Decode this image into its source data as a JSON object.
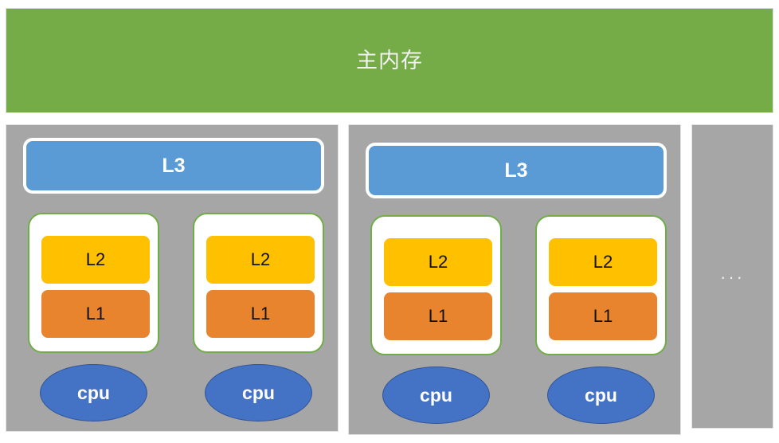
{
  "diagram": {
    "title_text": "主内存",
    "ellipsis_text": "···",
    "colors": {
      "memory_green": "#76AC47",
      "socket_grey": "#A6A6A6",
      "l3_blue": "#5B9BD5",
      "l2_yellow": "#FFC000",
      "l1_orange": "#E8832E",
      "cpu_blue": "#4472C4",
      "core_border_green": "#70AD47",
      "page_background": "#FFFFFF"
    }
  },
  "memory": {
    "label": "主内存"
  },
  "sockets": [
    {
      "l3": {
        "label": "L3"
      },
      "cores": [
        {
          "l2": {
            "label": "L2"
          },
          "l1": {
            "label": "L1"
          },
          "cpu": {
            "label": "cpu"
          }
        },
        {
          "l2": {
            "label": "L2"
          },
          "l1": {
            "label": "L1"
          },
          "cpu": {
            "label": "cpu"
          }
        }
      ]
    },
    {
      "l3": {
        "label": "L3"
      },
      "cores": [
        {
          "l2": {
            "label": "L2"
          },
          "l1": {
            "label": "L1"
          },
          "cpu": {
            "label": "cpu"
          }
        },
        {
          "l2": {
            "label": "L2"
          },
          "l1": {
            "label": "L1"
          },
          "cpu": {
            "label": "cpu"
          }
        }
      ]
    }
  ],
  "more_sockets": {
    "label": "···"
  }
}
